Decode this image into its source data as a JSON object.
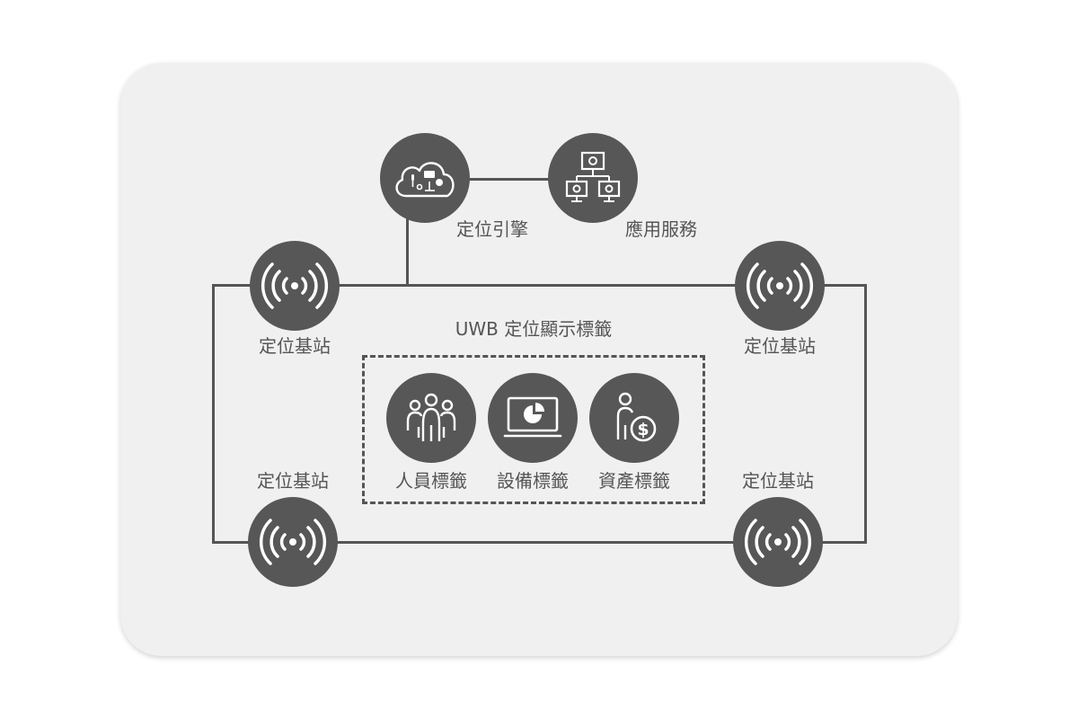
{
  "engine": {
    "label": "定位引擎",
    "icon": "cloud-location-icon"
  },
  "service": {
    "label": "應用服務",
    "icon": "network-monitors-icon"
  },
  "anchors": {
    "top_left": "定位基站",
    "top_right": "定位基站",
    "bottom_left": "定位基站",
    "bottom_right": "定位基站",
    "icon": "wireless-signal-icon"
  },
  "tags_group": {
    "title": "UWB 定位顯示標籤",
    "items": [
      {
        "label": "人員標籤",
        "icon": "people-icon"
      },
      {
        "label": "設備標籤",
        "icon": "monitor-chart-icon"
      },
      {
        "label": "資產標籤",
        "icon": "person-dollar-icon"
      }
    ]
  },
  "colors": {
    "node_fill": "#575757",
    "line": "#555555",
    "panel_bg": "#f0f0f0",
    "text": "#555555"
  }
}
